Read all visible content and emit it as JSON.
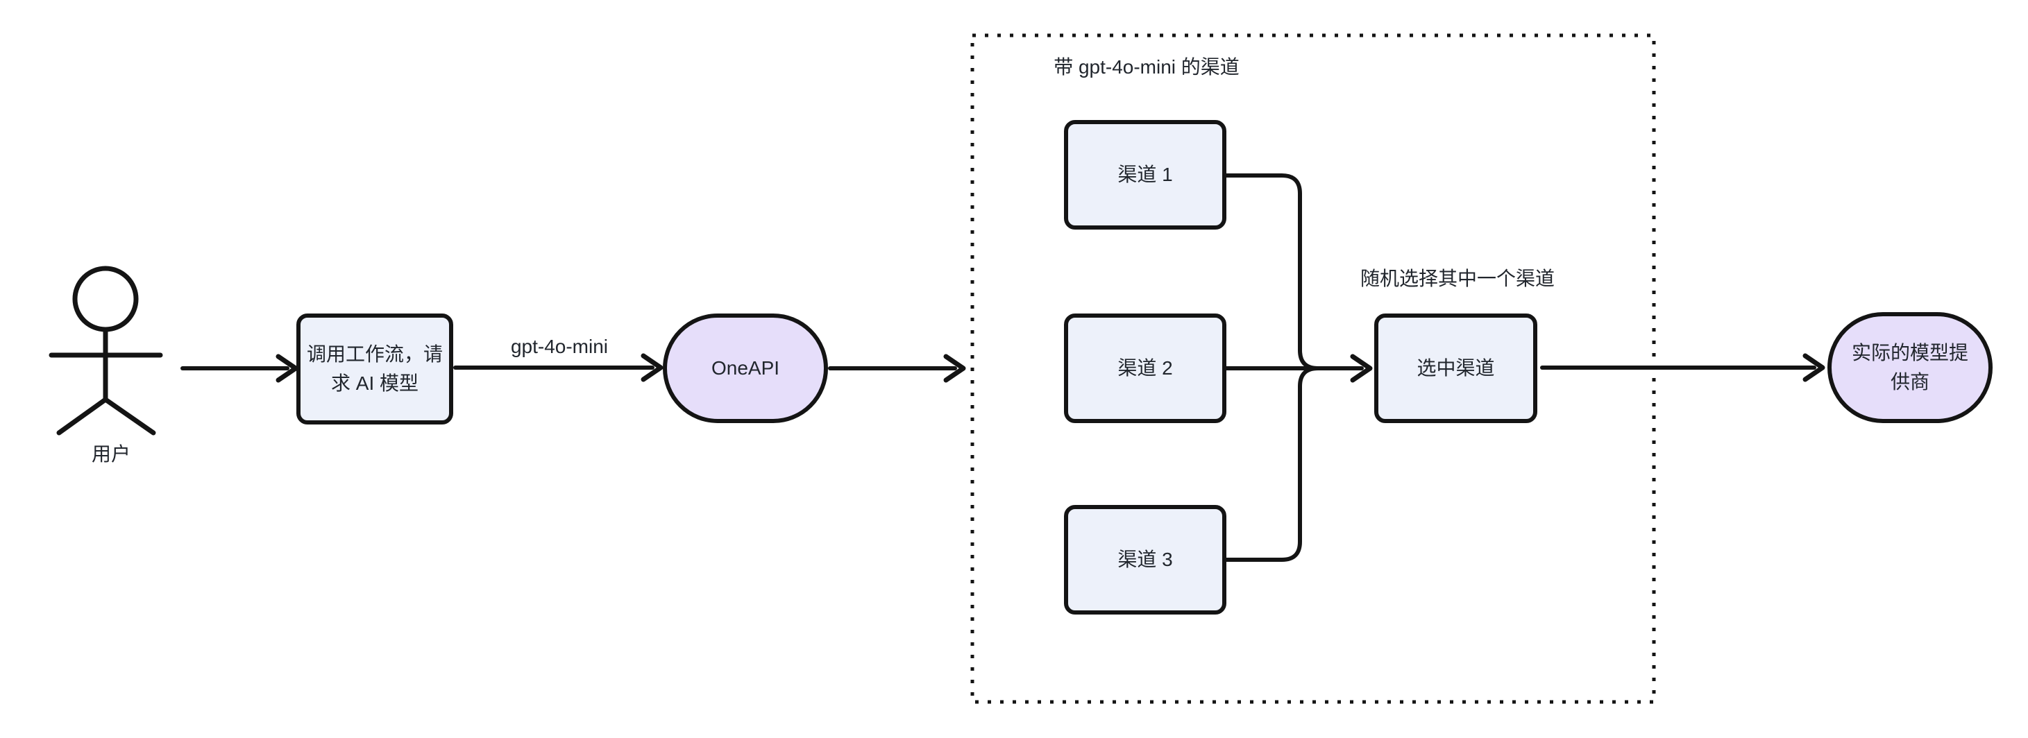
{
  "diagram": {
    "background": "#ffffff",
    "colors": {
      "background": "#ffffff",
      "node_fill": "#EDF1FA",
      "terminal_fill": "#E6DEFA",
      "stroke": "#141414",
      "text": "#21262D"
    },
    "actor": {
      "label": "用户"
    },
    "nodes": {
      "workflow": {
        "label": "调用工作流，请求 AI 模型",
        "line1": "调用工作流，请",
        "line2": "求 AI 模型"
      },
      "oneapi": {
        "label": "OneAPI"
      },
      "channel1": {
        "label": "渠道 1"
      },
      "channel2": {
        "label": "渠道 2"
      },
      "channel3": {
        "label": "渠道 3"
      },
      "selected": {
        "label": "选中渠道"
      },
      "provider": {
        "label": "实际的模型提供商",
        "line1": "实际的模型提",
        "line2": "供商"
      }
    },
    "subgraph": {
      "title": "带 gpt-4o-mini 的渠道"
    },
    "edges": {
      "model_label": "gpt-4o-mini",
      "random_label": "随机选择其中一个渠道"
    }
  }
}
